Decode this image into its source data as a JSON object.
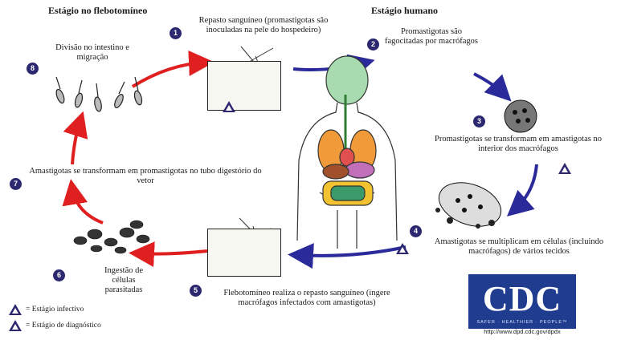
{
  "headers": {
    "vector": "Estágio no flebotomíneo",
    "human": "Estágio humano"
  },
  "steps": [
    {
      "num": "1",
      "text": "Repasto sanguíneo (promastigotas são inoculadas na pele do hospedeiro)"
    },
    {
      "num": "2",
      "text": "Promastigotas são fagocitadas por macrófagos"
    },
    {
      "num": "3",
      "text": "Promastigotas se transformam em amastigotas no interior dos macrófagos"
    },
    {
      "num": "4",
      "text": "Amastigotas se multiplicam em células (incluindo macrófagos) de vários tecidos"
    },
    {
      "num": "5",
      "text": "Flebotomíneo realiza o repasto sanguíneo (ingere macrófagos infectados com amastigotas)"
    },
    {
      "num": "6",
      "text": "Ingestão de células parasitadas"
    },
    {
      "num": "7",
      "text": "Amastigotas se transformam em promastigotas no tubo digestório do vetor"
    },
    {
      "num": "8",
      "text": "Divisão no intestino e migração"
    }
  ],
  "legend": {
    "infective": "= Estágio infectivo",
    "diagnostic": "= Estágio de diagnóstico"
  },
  "logo": {
    "letters": "CDC",
    "tagline": "SAFER · HEALTHIER · PEOPLE™",
    "url": "http://www.dpd.cdc.gov/dpdx"
  },
  "colors": {
    "vector_arrows": "#e02020",
    "human_arrows": "#2a2a9a",
    "step_badge": "#2b2870",
    "cdc_blue": "#1f3c8f"
  }
}
